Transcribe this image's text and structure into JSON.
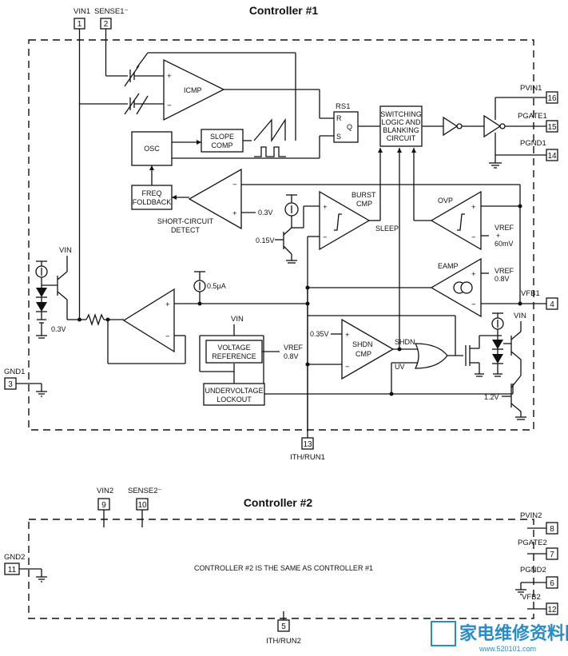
{
  "controller1": {
    "title": "Controller #1",
    "pins": {
      "vin1": {
        "num": "1",
        "name": "VIN1"
      },
      "sense1": {
        "num": "2",
        "name": "SENSE1⁻"
      },
      "pvin1": {
        "num": "16",
        "name": "PVIN1"
      },
      "pgate1": {
        "num": "15",
        "name": "PGATE1"
      },
      "pgnd1": {
        "num": "14",
        "name": "PGND1"
      },
      "vfb1": {
        "num": "4",
        "name": "VFB1"
      },
      "gnd1": {
        "num": "3",
        "name": "GND1"
      },
      "ith_run1": {
        "num": "13",
        "name": "ITH/RUN1"
      }
    },
    "blocks": {
      "icmp": "ICMP",
      "rs1": "RS1",
      "r": "R",
      "s": "S",
      "q": "Q",
      "switching_logic": [
        "SWITCHING",
        "LOGIC AND",
        "BLANKING",
        "CIRCUIT"
      ],
      "osc": "OSC",
      "slope_comp": [
        "SLOPE",
        "COMP"
      ],
      "freq_foldback": [
        "FREQ",
        "FOLDBACK"
      ],
      "short_circuit": [
        "SHORT-CIRCUIT",
        "DETECT"
      ],
      "burst_cmp": [
        "BURST",
        "CMP"
      ],
      "sleep": "SLEEP",
      "ovp": "OVP",
      "eamp": "EAMP",
      "voltage_reference": [
        "VOLTAGE",
        "REFERENCE"
      ],
      "uvlo": [
        "UNDERVOLTAGE",
        "LOCKOUT"
      ],
      "shdn_cmp": [
        "SHDN",
        "CMP"
      ],
      "shdn": "SHDN",
      "uv": "UV"
    },
    "values": {
      "v03_sc": "0.3V",
      "v015": "0.15V",
      "v03_diode": "0.3V",
      "i05": "0.5μA",
      "vref_ovp": "VREF",
      "plus60": "+",
      "mv60": "60mV",
      "vref_eamp": "VREF",
      "v08_eamp": "0.8V",
      "vref_ref": "VREF",
      "v08_ref": "0.8V",
      "v035": "0.35V",
      "v12": "1.2V",
      "vin_left": "VIN",
      "vin_ref": "VIN",
      "vin_right": "VIN"
    }
  },
  "controller2": {
    "title": "Controller #2",
    "note": "CONTROLLER #2 IS THE SAME AS CONTROLLER #1",
    "pins": {
      "vin2": {
        "num": "9",
        "name": "VIN2"
      },
      "sense2": {
        "num": "10",
        "name": "SENSE2⁻"
      },
      "pvin2": {
        "num": "8",
        "name": "PVIN2"
      },
      "pgate2": {
        "num": "7",
        "name": "PGATE2"
      },
      "pgnd2": {
        "num": "6",
        "name": "PGND2"
      },
      "vfb2": {
        "num": "12",
        "name": "VFB2"
      },
      "gnd2": {
        "num": "11",
        "name": "GND2"
      },
      "ith_run2": {
        "num": "5",
        "name": "ITH/RUN2"
      }
    }
  },
  "watermark": {
    "text": "家电维修资料网",
    "url": "www.520101.com"
  }
}
